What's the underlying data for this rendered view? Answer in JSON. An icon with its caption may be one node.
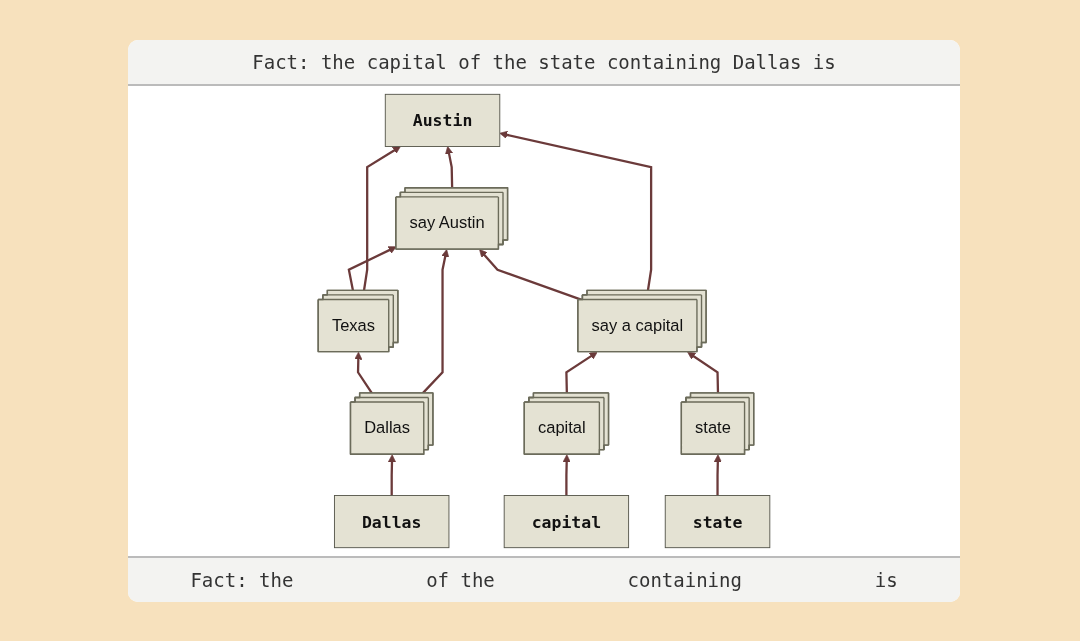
{
  "diagram": {
    "nodes": [
      {
        "text": [
          "Austin"
        ]
      },
      {
        "text": [
          "say Austin"
        ]
      },
      {
        "text": [
          "say a capital"
        ]
      },
      {
        "text": [
          "Texas"
        ]
      },
      {
        "text": [
          "capital"
        ]
      },
      {
        "text": [
          "state"
        ]
      },
      {
        "text": [
          "Dallas"
        ]
      },
      {
        "text": [
          "capital"
        ]
      },
      {
        "text": [
          "state"
        ]
      },
      {
        "text": [
          "Dallas"
        ]
      }
    ],
    "edges": [
      {
        "from": 7,
        "to": 4,
        "arrow": "to"
      },
      {
        "from": 8,
        "to": 5,
        "arrow": "to"
      },
      {
        "from": 9,
        "to": 6,
        "arrow": "to"
      },
      {
        "from": 4,
        "to": 2,
        "arrow": "to"
      },
      {
        "from": 5,
        "to": 2,
        "arrow": "to"
      },
      {
        "from": 6,
        "to": 3,
        "arrow": "to"
      },
      {
        "from": 6,
        "to": 1,
        "arrow": "to"
      },
      {
        "from": 3,
        "to": 1,
        "arrow": "to"
      },
      {
        "from": 2,
        "to": 1,
        "arrow": "to"
      },
      {
        "from": 3,
        "to": 0,
        "arrow": "to"
      },
      {
        "from": 2,
        "to": 0,
        "arrow": "to"
      },
      {
        "from": 1,
        "to": 0,
        "arrow": "to"
      }
    ],
    "labels": [
      "Fact: the capital of the state containing Dallas is",
      "Fact: the",
      "of the",
      "containing",
      "is"
    ]
  }
}
